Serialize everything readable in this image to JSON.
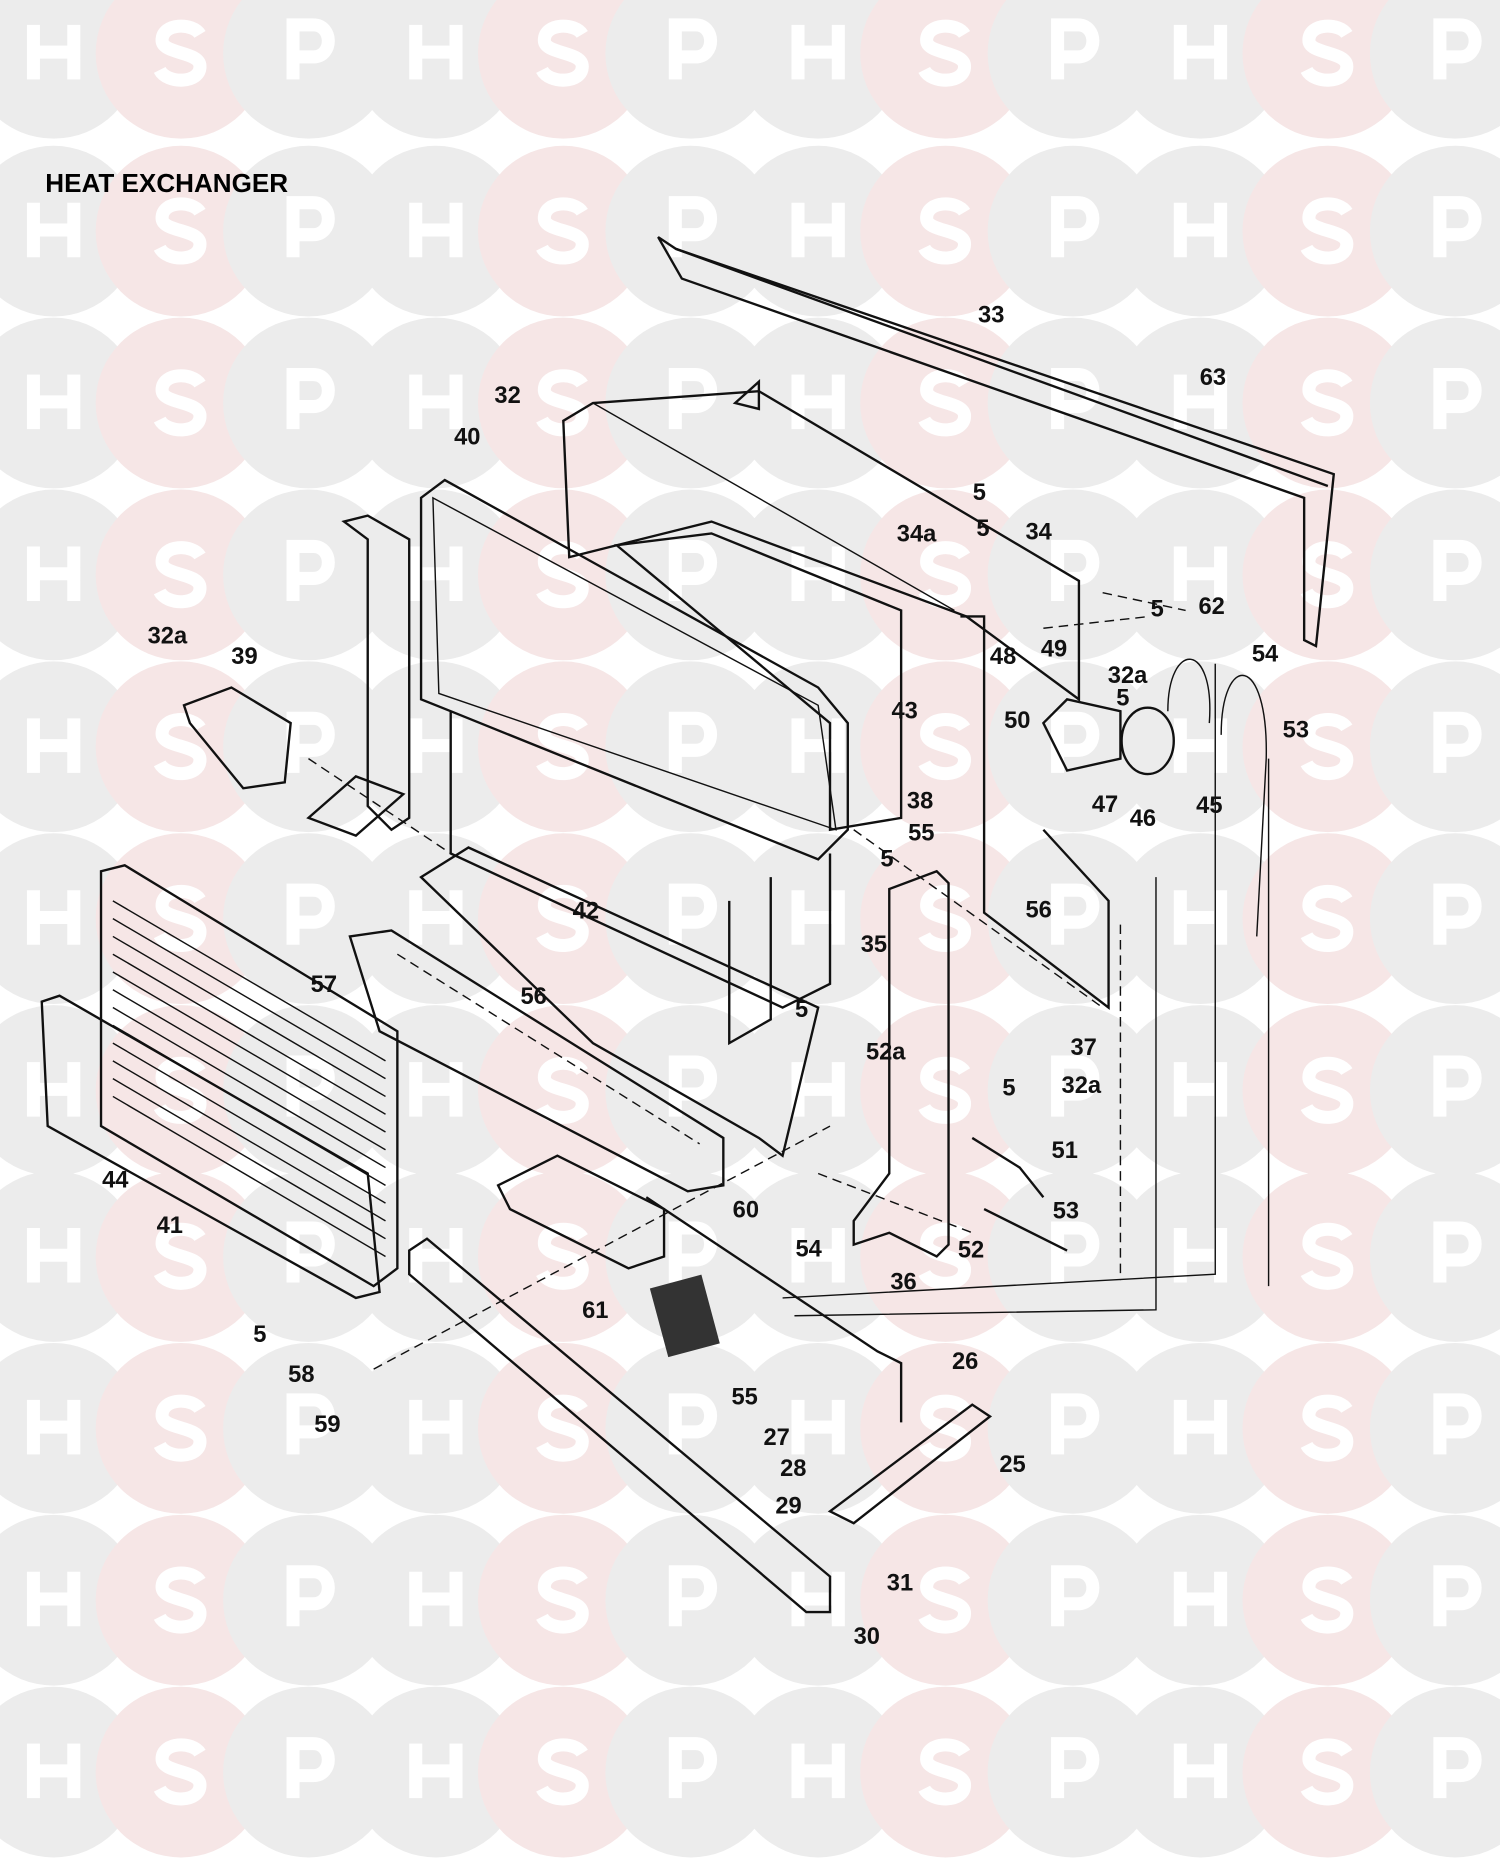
{
  "title": "HEAT  EXCHANGER",
  "watermark": {
    "letters": [
      "H",
      "S",
      "P"
    ],
    "colors": {
      "H": "#ececec",
      "S": "#f6e6e6",
      "P": "#ececec"
    }
  },
  "labels": [
    "33",
    "63",
    "32",
    "40",
    "5",
    "34a",
    "34",
    "32a",
    "39",
    "5",
    "62",
    "5",
    "32a",
    "54",
    "48",
    "49",
    "5",
    "50",
    "43",
    "53",
    "38",
    "55",
    "45",
    "47",
    "46",
    "5",
    "56",
    "42",
    "35",
    "57",
    "56",
    "5",
    "37",
    "52a",
    "5",
    "32a",
    "51",
    "44",
    "41",
    "60",
    "54",
    "53",
    "52",
    "36",
    "61",
    "5",
    "58",
    "59",
    "55",
    "26",
    "27",
    "25",
    "28",
    "29",
    "31",
    "30"
  ]
}
